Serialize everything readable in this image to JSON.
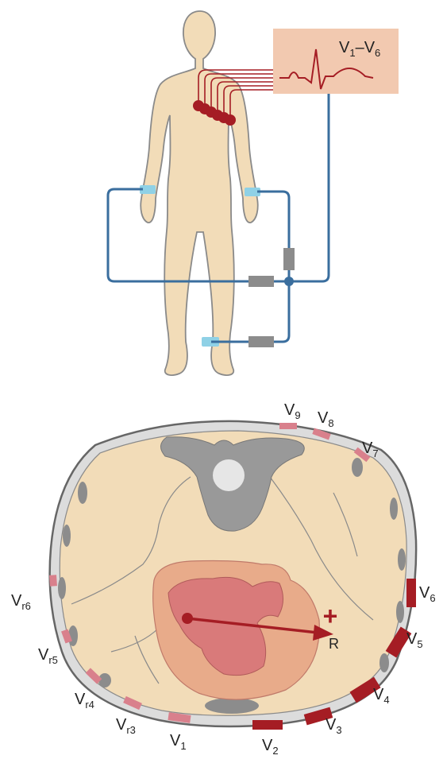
{
  "colors": {
    "skin": "#f2dcb8",
    "skin_stroke": "#8a8a8a",
    "cable": "#3a6e9e",
    "cuff": "#8fd1e6",
    "clip": "#8c8c8c",
    "electrode_dark": "#a51d24",
    "electrode_light": "#d9808c",
    "ecg_box": "#f2c9b0",
    "heart_outer": "#e8ab8a",
    "heart_inner": "#d97a7a",
    "bone": "#999999",
    "pleura": "#dcdcdc",
    "vector": "#a51d24"
  },
  "icons": [
    "human-body-icon",
    "ecg-waveform-icon",
    "torso-cross-section-icon",
    "heart-icon",
    "spine-icon"
  ],
  "monitor": {
    "lead_label_main": "V",
    "lead_label_sub1": "1",
    "lead_label_dash": "–V",
    "lead_label_sub2": "6"
  },
  "cross_section": {
    "vector_label": "R",
    "plus_sign": "+",
    "leads": [
      {
        "id": "V9",
        "main": "V",
        "sub": "9",
        "type": "posterior"
      },
      {
        "id": "V8",
        "main": "V",
        "sub": "8",
        "type": "posterior"
      },
      {
        "id": "V7",
        "main": "V",
        "sub": "7",
        "type": "posterior"
      },
      {
        "id": "V6",
        "main": "V",
        "sub": "6",
        "type": "standard"
      },
      {
        "id": "V5",
        "main": "V",
        "sub": "5",
        "type": "standard"
      },
      {
        "id": "V4",
        "main": "V",
        "sub": "4",
        "type": "standard"
      },
      {
        "id": "V3",
        "main": "V",
        "sub": "3",
        "type": "standard"
      },
      {
        "id": "V2",
        "main": "V",
        "sub": "2",
        "type": "standard"
      },
      {
        "id": "V1",
        "main": "V",
        "sub": "1",
        "type": "right"
      },
      {
        "id": "Vr3",
        "main": "V",
        "sub": "r3",
        "type": "right"
      },
      {
        "id": "Vr4",
        "main": "V",
        "sub": "r4",
        "type": "right"
      },
      {
        "id": "Vr5",
        "main": "V",
        "sub": "r5",
        "type": "right"
      },
      {
        "id": "Vr6",
        "main": "V",
        "sub": "r6",
        "type": "right"
      }
    ]
  }
}
